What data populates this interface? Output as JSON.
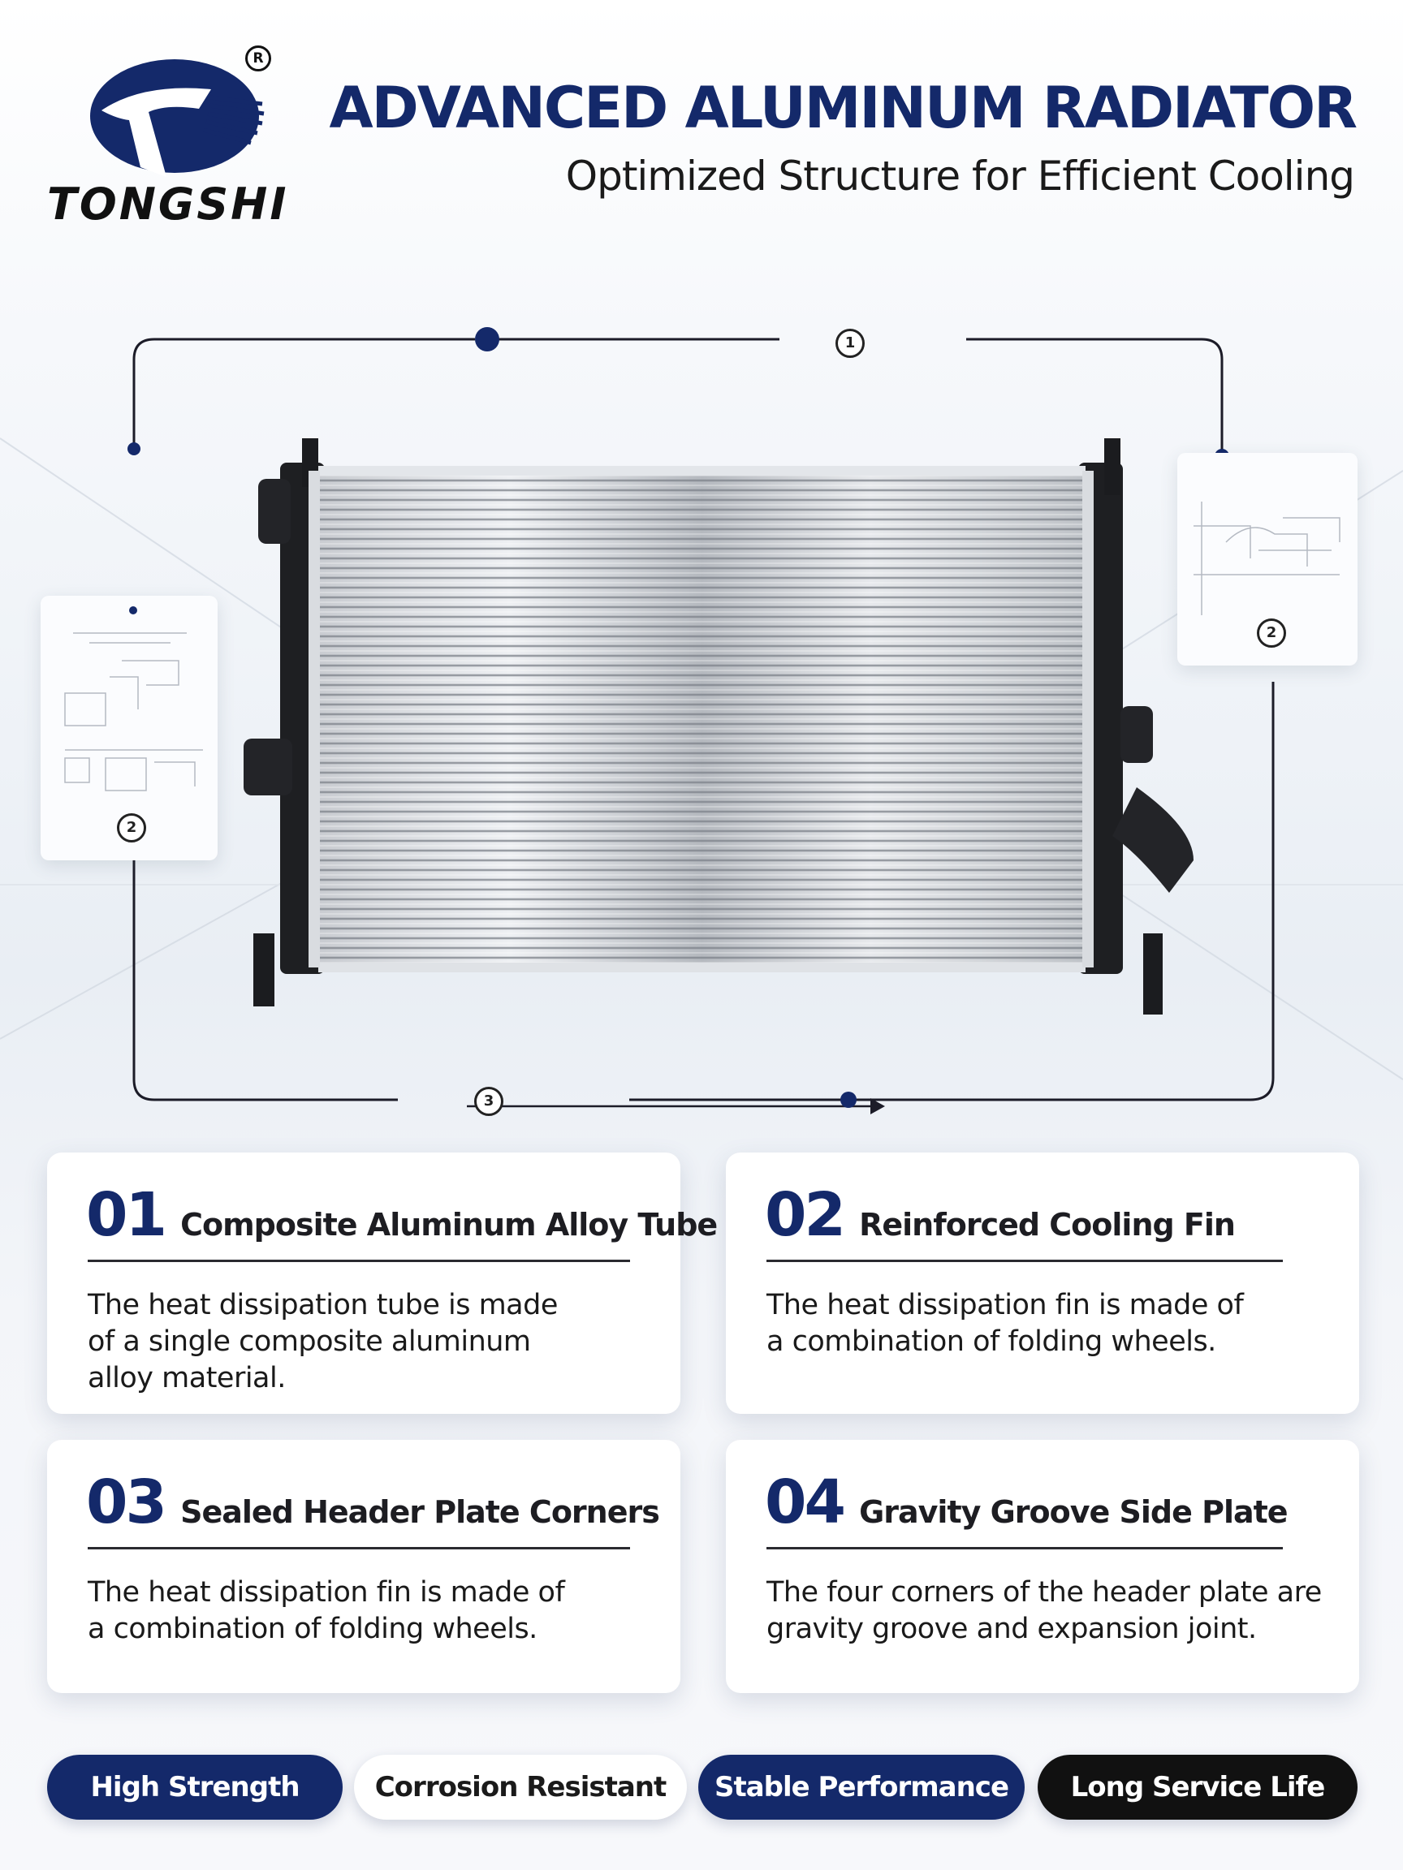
{
  "brand": {
    "name": "TONGSHI",
    "registered_mark": "R",
    "primary_color": "#14296a",
    "dark_color": "#111111"
  },
  "header": {
    "title": "ADVANCED ALUMINUM RADIATOR",
    "subtitle": "Optimized Structure for Efficient Cooling"
  },
  "diagram": {
    "markers": [
      "1",
      "2",
      "2",
      "3"
    ],
    "product_image": "aluminum-radiator-photo",
    "icons": [
      "arrow-right-icon"
    ]
  },
  "features": [
    {
      "number": "01",
      "title": "Composite Aluminum Alloy Tube",
      "desc_lines": [
        "The heat dissipation tube is made",
        "of a single composite aluminum",
        "alloy material."
      ]
    },
    {
      "number": "02",
      "title": "Reinforced Cooling Fin",
      "desc_lines": [
        "The heat dissipation fin is made of",
        "a combination of folding wheels."
      ]
    },
    {
      "number": "03",
      "title": "Sealed Header Plate Corners",
      "desc_lines": [
        "The heat dissipation fin is made of",
        "a combination of folding wheels."
      ]
    },
    {
      "number": "04",
      "title": "Gravity Groove Side Plate",
      "desc_lines": [
        "The four corners of the header plate are",
        "gravity groove and expansion joint."
      ]
    }
  ],
  "badges": [
    {
      "label": "High Strength",
      "style": "blue"
    },
    {
      "label": "Corrosion Resistant",
      "style": "white"
    },
    {
      "label": "Stable Performance",
      "style": "blue"
    },
    {
      "label": "Long Service Life",
      "style": "black"
    }
  ],
  "colors": {
    "badge_blue": "#14296a",
    "badge_black": "#111111",
    "badge_white": "#ffffff"
  }
}
